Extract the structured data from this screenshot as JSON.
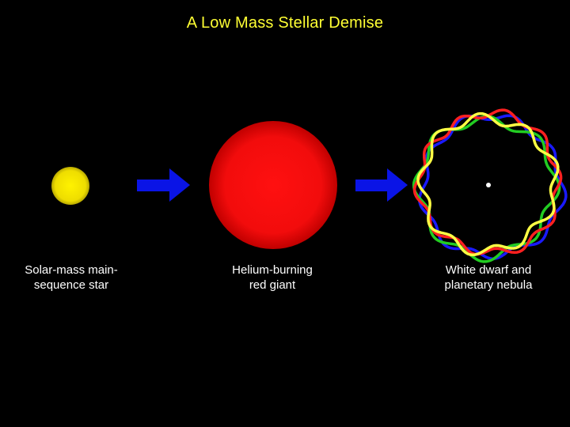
{
  "title": "A Low Mass Stellar Demise",
  "stages": [
    {
      "label_line1": "Solar-mass main-",
      "label_line2": "sequence star"
    },
    {
      "label_line1": "Helium-burning",
      "label_line2": "red giant"
    },
    {
      "label_line1": "White dwarf and",
      "label_line2": "planetary nebula"
    }
  ],
  "colors": {
    "background": "#000000",
    "title": "#ffff33",
    "sun": "#f2e600",
    "giant": "#ff1a1a",
    "arrow": "#0a14e6",
    "nebula_rings": [
      "#1a1aff",
      "#22cc22",
      "#ff2020",
      "#ffff44"
    ],
    "white_dwarf": "#ffffff"
  }
}
